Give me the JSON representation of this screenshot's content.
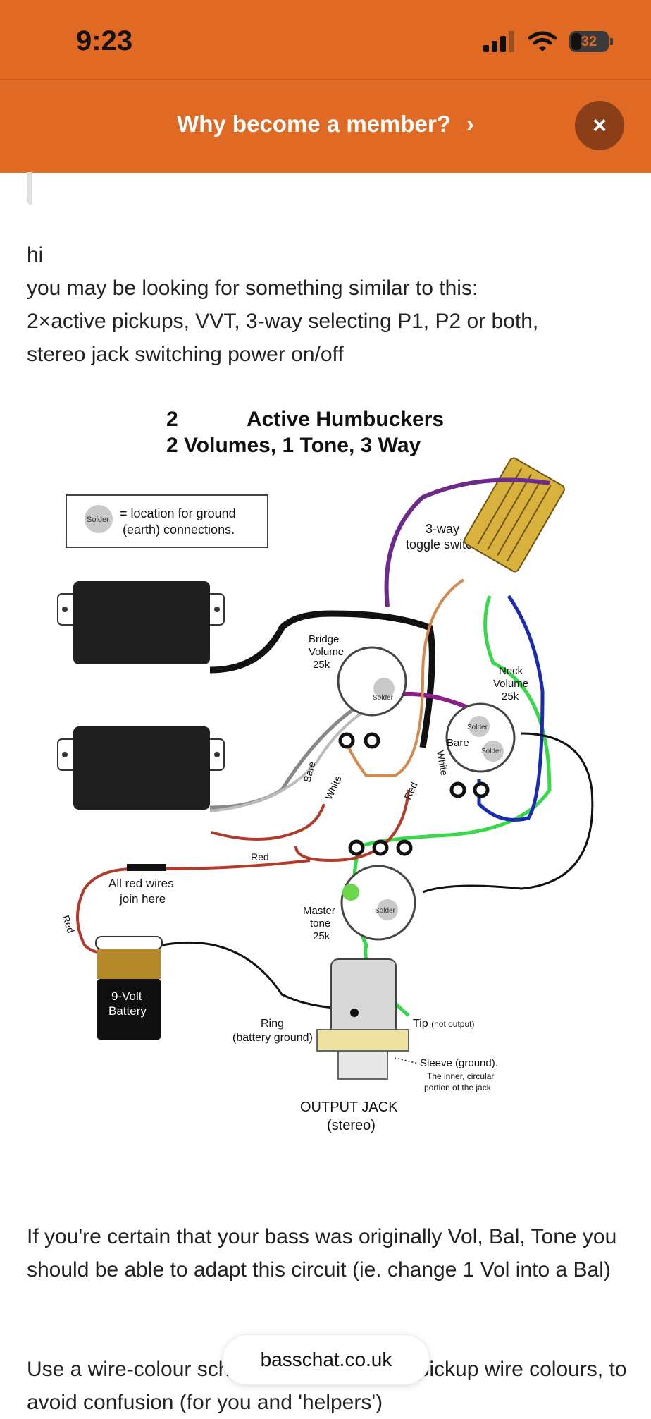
{
  "status_bar": {
    "time": "9:23",
    "battery": "32"
  },
  "banner": {
    "text": "Why become a member?",
    "chevron": "›",
    "close": "×"
  },
  "post": {
    "greeting": "hi",
    "line1": "you may be looking for something similar to this:",
    "line2": "2×active pickups, VVT, 3-way selecting P1, P2 or both,",
    "line3": "stereo jack switching power on/off",
    "para2": "If you're certain that your bass was originally Vol, Bal, Tone you should be able to adapt this circuit (ie. change 1 Vol into a Bal)",
    "para3": "Use a wire-colour scheme different to the pickup wire colours, to avoid confusion (for you and 'helpers')"
  },
  "diagram": {
    "title_line1_a": "2",
    "title_line1_b": "Active Humbuckers",
    "title_line2": "2 Volumes, 1 Tone, 3 Way",
    "solder": "Solder",
    "legend_line1": "= location for ground",
    "legend_line2": "(earth) connections.",
    "switch_line1": "3-way",
    "switch_line2": "toggle switch",
    "bridge_vol_1": "Bridge",
    "bridge_vol_2": "Volume",
    "bridge_vol_3": "25k",
    "neck_vol_1": "Neck",
    "neck_vol_2": "Volume",
    "neck_vol_3": "25k",
    "bare": "Bare",
    "white": "White",
    "red": "Red",
    "red_join_1": "All red wires",
    "red_join_2": "join here",
    "tone_1": "Master",
    "tone_2": "tone",
    "tone_3": "25k",
    "battery_1": "9-Volt",
    "battery_2": "Battery",
    "ring_1": "Ring",
    "ring_2": "(battery ground)",
    "tip": "Tip",
    "tip_note": "(hot output)",
    "sleeve_1": "Sleeve (ground).",
    "sleeve_2": "The inner, circular",
    "sleeve_3": "portion of the jack",
    "jack_1": "OUTPUT JACK",
    "jack_2": "(stereo)"
  },
  "site": {
    "domain": "basschat.co.uk"
  },
  "colors": {
    "accent": "#E06A23",
    "close_bg": "#8a3f19"
  },
  "icons": [
    "signal-icon",
    "wifi-icon",
    "battery-icon",
    "chevron-right-icon",
    "close-icon"
  ]
}
